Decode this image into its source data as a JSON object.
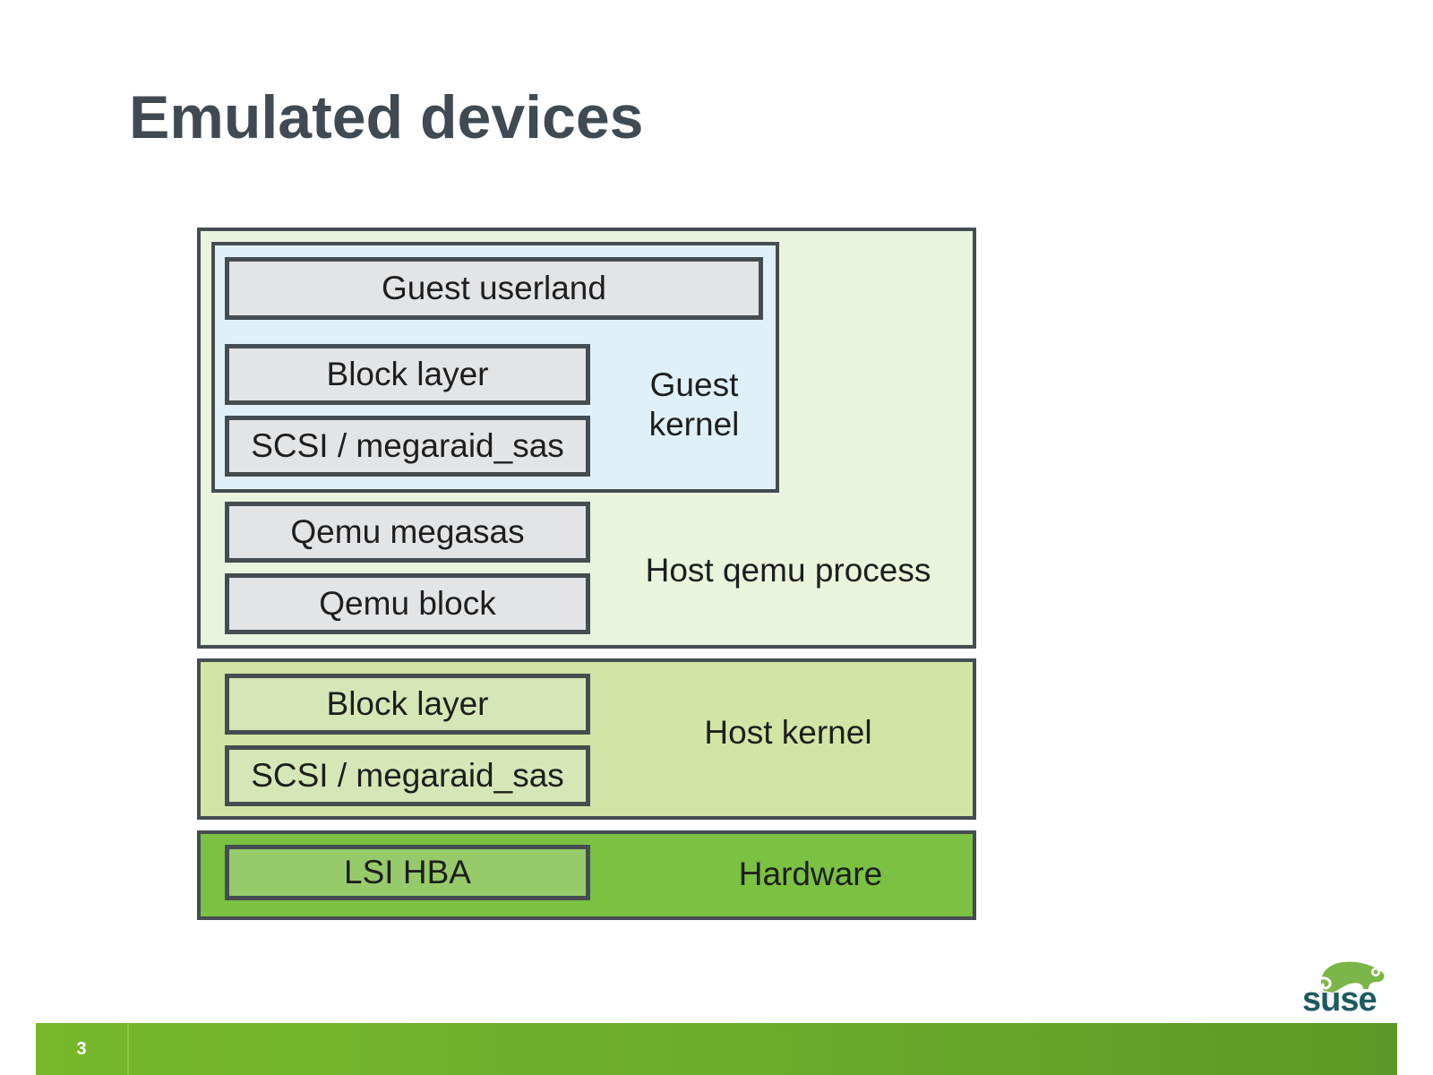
{
  "slide": {
    "title": "Emulated devices",
    "page_number": "3"
  },
  "diagram": {
    "host_qemu_process": {
      "label": "Host qemu process",
      "color": "#eaf4dd",
      "guest_kernel": {
        "label_line1": "Guest",
        "label_line2": "kernel",
        "color": "#dff0f8",
        "guest_userland": "Guest userland",
        "block_layer": "Block layer",
        "scsi_driver": "SCSI / megaraid_sas"
      },
      "qemu_megasas": "Qemu megasas",
      "qemu_block": "Qemu block"
    },
    "host_kernel": {
      "label": "Host kernel",
      "color": "#d3e4a5",
      "block_layer": "Block layer",
      "scsi_driver": "SCSI / megaraid_sas"
    },
    "hardware": {
      "label": "Hardware",
      "color": "#7bc142",
      "lsi_hba": "LSI HBA"
    }
  },
  "branding": {
    "logo_text": "suse",
    "logo_icon": "chameleon-logo-icon",
    "accent_color": "#76b82a",
    "logo_text_color": "#1d5b5e"
  }
}
